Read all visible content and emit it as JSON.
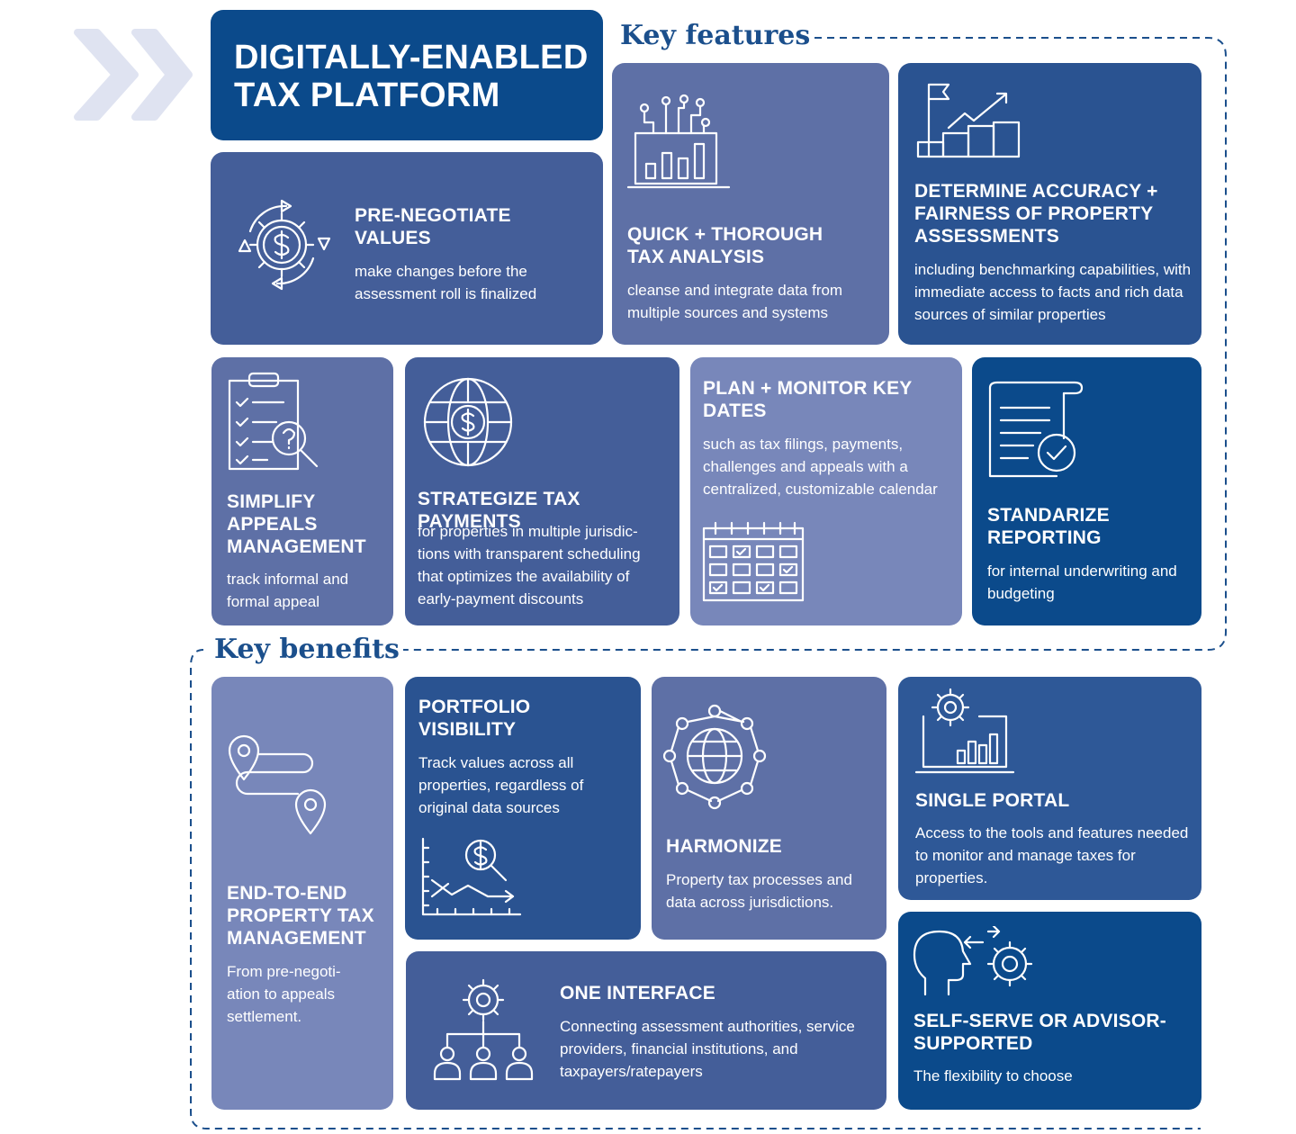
{
  "header": {
    "title_line1": "DIGITALLY-ENABLED",
    "title_line2": "TAX PLATFORM"
  },
  "sections": {
    "features": "Key features",
    "benefits": "Key benefits"
  },
  "features": {
    "pre_negotiate": {
      "title": "PRE-NEGOTIATE VALUES",
      "body": "make changes before the assessment roll is finalized",
      "icon": "dollar-gear-cycle-icon"
    },
    "quick_analysis": {
      "title": "QUICK + THOROUGH TAX ANALYSIS",
      "body": "cleanse and integrate data from multiple sources and systems",
      "icon": "laptop-data-chart-icon"
    },
    "accuracy": {
      "title": "DETERMINE ACCURACY + FAIRNESS OF PROPERTY ASSESSMENTS",
      "body": "including benchmarking capabilities, with immediate access to facts and rich data sources of similar properties",
      "icon": "flag-growth-steps-icon"
    },
    "appeals": {
      "title": "SIMPLIFY APPEALS MANAGEMENT",
      "body": "track informal and formal appeal",
      "icon": "clipboard-question-magnifier-icon"
    },
    "payments": {
      "title": "STRATEGIZE TAX PAYMENTS",
      "body": "for properties in multiple jurisdic-tions with transparent scheduling that optimizes the availability of early-payment discounts",
      "icon": "globe-dollar-icon"
    },
    "key_dates": {
      "title": "PLAN + MONITOR KEY DATES",
      "body": "such as tax filings, payments, challenges and appeals with a centralized, customizable calendar",
      "icon": "calendar-checks-icon"
    },
    "reporting": {
      "title": "STANDARIZE REPORTING",
      "body": "for internal underwriting and budgeting",
      "icon": "document-check-icon"
    }
  },
  "benefits": {
    "end_to_end": {
      "title": "END-TO-END PROPERTY TAX MANAGEMENT",
      "body": "From pre-negoti-ation to appeals settlement.",
      "icon": "route-pins-icon"
    },
    "portfolio": {
      "title": "PORTFOLIO VISIBILITY",
      "body": "Track values across all properties, regardless of original data sources",
      "icon": "chart-dollar-magnifier-icon"
    },
    "harmonize": {
      "title": "HARMONIZE",
      "body": "Property tax processes and data across jurisdictions.",
      "icon": "globe-network-icon"
    },
    "single_portal": {
      "title": "SINGLE PORTAL",
      "body": "Access to the tools and features needed to monitor and manage taxes for properties.",
      "icon": "laptop-gear-chart-icon"
    },
    "one_interface": {
      "title": "ONE INTERFACE",
      "body": "Connecting assessment authorities, service providers, financial institutions, and taxpayers/ratepayers",
      "icon": "gear-org-chart-icon"
    },
    "self_serve": {
      "title": "SELF-SERVE OR ADVISOR-SUPPORTED",
      "body": "The flexibility to choose",
      "icon": "head-gear-arrows-icon"
    }
  }
}
